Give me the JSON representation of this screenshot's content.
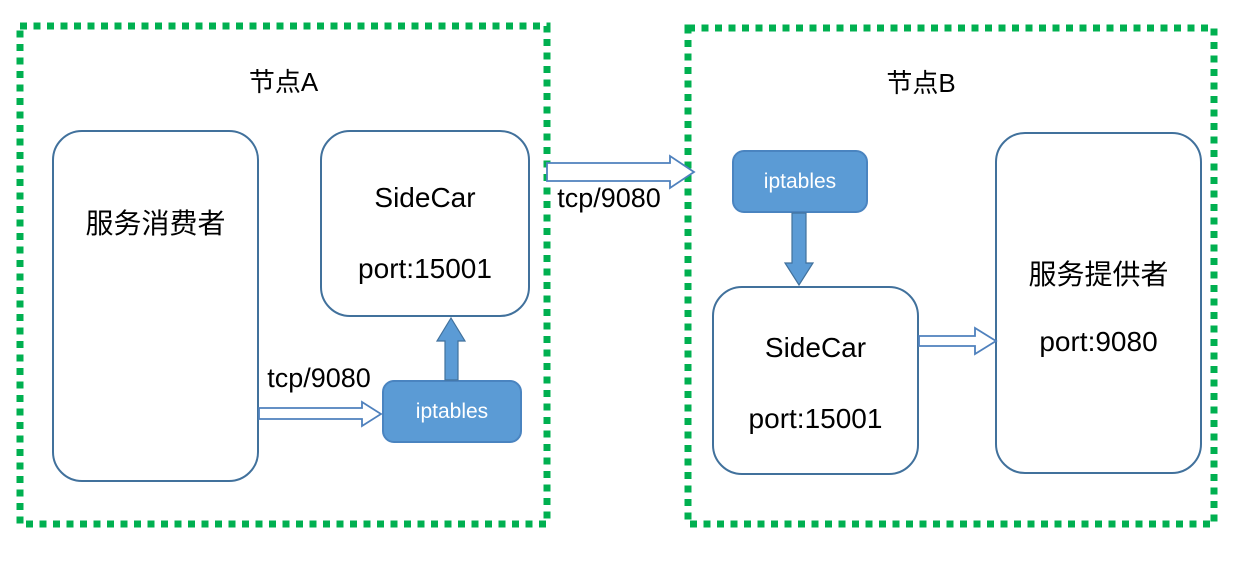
{
  "diagram": {
    "node_a": {
      "title": "节点A",
      "consumer_label": "服务消费者",
      "sidecar_name": "SideCar",
      "sidecar_port": "port:15001",
      "iptables_label": "iptables",
      "local_traffic_label": "tcp/9080"
    },
    "inter_node_traffic_label": "tcp/9080",
    "node_b": {
      "title": "节点B",
      "iptables_label": "iptables",
      "sidecar_name": "SideCar",
      "sidecar_port": "port:15001",
      "provider_label": "服务提供者",
      "provider_port": "port:9080"
    },
    "colors": {
      "node_border_green": "#00B050",
      "shape_border_blue": "#41719C",
      "shape_fill_blue": "#5B9BD5",
      "arrow_outline_blue": "#4F81BD",
      "arrow_fill_white": "#FFFFFF"
    }
  }
}
